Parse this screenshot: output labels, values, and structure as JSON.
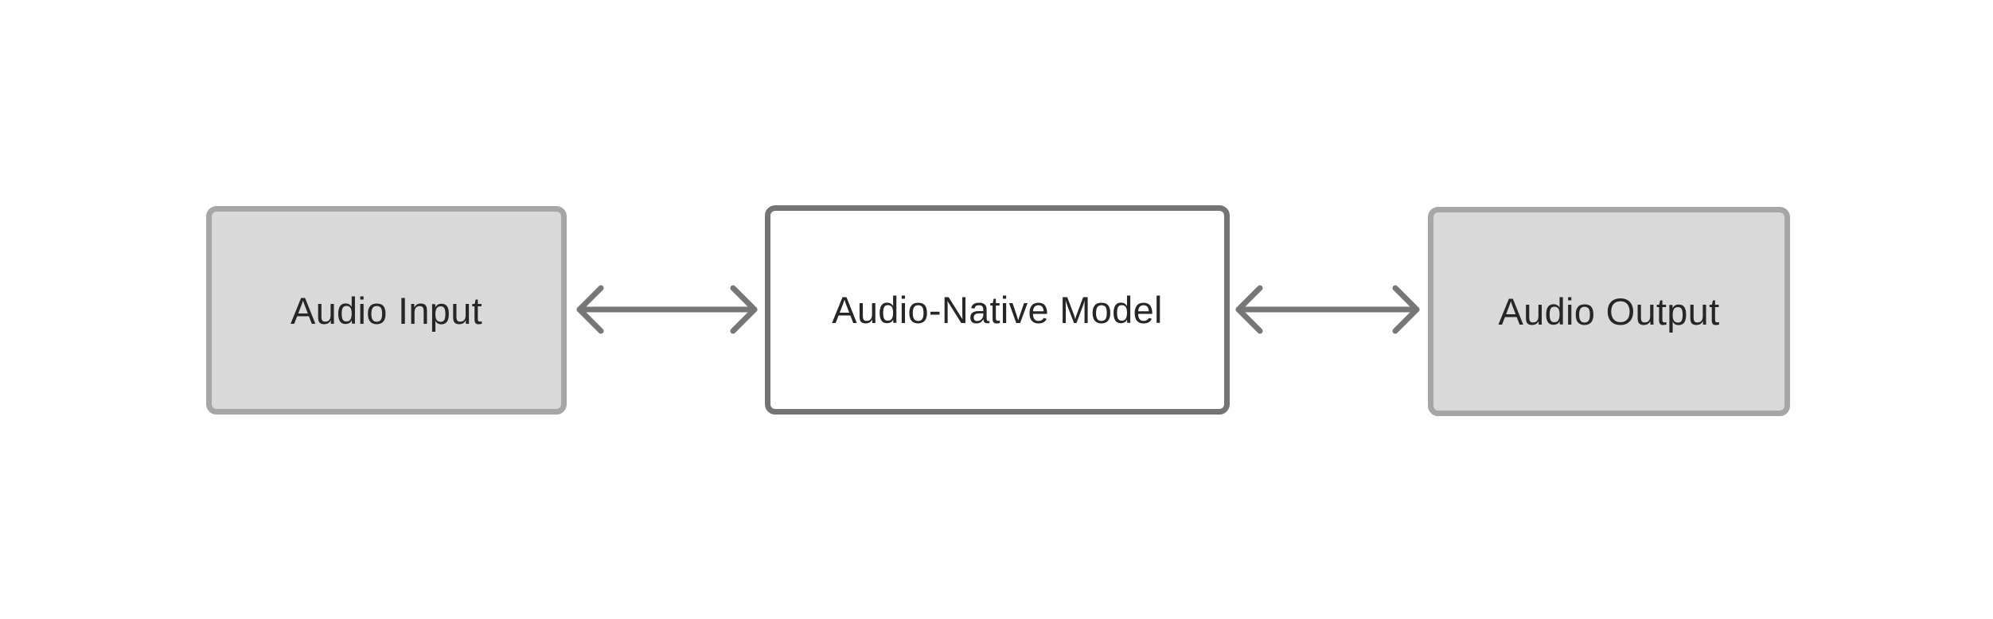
{
  "diagram": {
    "nodes": [
      {
        "id": "audio-input",
        "label": "Audio Input",
        "fill": "#d9d9d9",
        "border": "#a6a6a6"
      },
      {
        "id": "audio-native-model",
        "label": "Audio-Native Model",
        "fill": "#ffffff",
        "border": "#747474"
      },
      {
        "id": "audio-output",
        "label": "Audio Output",
        "fill": "#d9d9d9",
        "border": "#a6a6a6"
      }
    ],
    "edges": [
      {
        "from": "audio-input",
        "to": "audio-native-model",
        "direction": "bidirectional",
        "color": "#777777"
      },
      {
        "from": "audio-native-model",
        "to": "audio-output",
        "direction": "bidirectional",
        "color": "#777777"
      }
    ],
    "text_color": "#262626",
    "background": "#ffffff"
  }
}
